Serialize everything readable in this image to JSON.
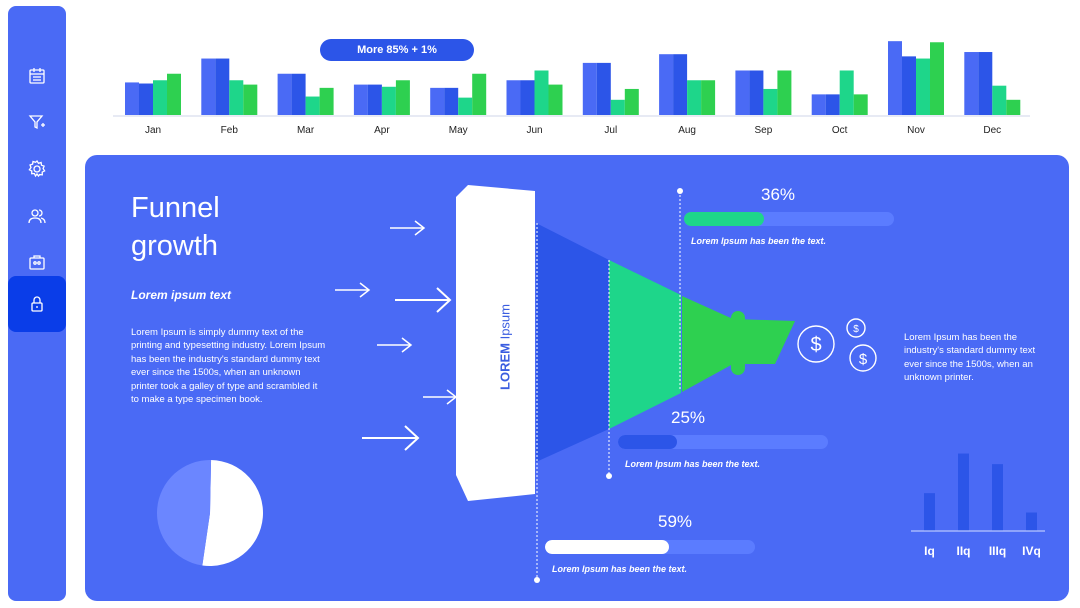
{
  "sidebar": {
    "items": [
      {
        "icon": "calendar-icon"
      },
      {
        "icon": "funnel-add-icon"
      },
      {
        "icon": "gear-icon"
      },
      {
        "icon": "users-icon"
      },
      {
        "icon": "briefcase-icon"
      },
      {
        "icon": "lock-icon",
        "active": true
      }
    ]
  },
  "badge": {
    "label": "More 85% + 1%"
  },
  "chart_data": [
    {
      "type": "bar",
      "categories": [
        "Jan",
        "Feb",
        "Mar",
        "Apr",
        "May",
        "Jun",
        "Jul",
        "Aug",
        "Sep",
        "Oct",
        "Nov",
        "Dec"
      ],
      "series": [
        {
          "values": [
            30,
            52,
            38,
            28,
            25,
            32,
            48,
            56,
            41,
            19,
            68,
            58
          ]
        },
        {
          "values": [
            29,
            52,
            38,
            28,
            25,
            32,
            48,
            56,
            41,
            19,
            54,
            58
          ]
        },
        {
          "values": [
            32,
            32,
            17,
            26,
            16,
            41,
            14,
            32,
            24,
            41,
            52,
            27
          ]
        },
        {
          "values": [
            38,
            28,
            25,
            32,
            38,
            28,
            24,
            32,
            41,
            19,
            67,
            14
          ]
        }
      ],
      "colors": [
        "#4a6af5",
        "#2c55e8",
        "#1ed68a",
        "#2ed050"
      ],
      "ylim": [
        0,
        70
      ],
      "grid": false
    },
    {
      "type": "bar",
      "categories": [
        "Iq",
        "IIq",
        "IIIq",
        "IVq"
      ],
      "values": [
        43,
        88,
        76,
        21
      ],
      "colors": [
        "#2c55e8"
      ],
      "ylim": [
        0,
        100
      ]
    },
    {
      "type": "pie",
      "values": [
        52,
        48
      ],
      "colors": [
        "#ffffff",
        "#6b86ff"
      ]
    }
  ],
  "funnel": {
    "title": "Funnel growth",
    "subtitle": "Lorem ipsum text",
    "body": "Lorem Ipsum is simply dummy text of the printing and typesetting industry. Lorem Ipsum has been the industry's standard dummy text ever since the 1500s, when an unknown printer took a galley of type and scrambled it to make a type specimen book.",
    "label_bold": "LOREM",
    "label_rest": " Ipsum",
    "right_text": "Lorem Ipsum has been the industry's standard dummy text ever since the 1500s, when an unknown printer.",
    "stats": [
      {
        "percent": "36%",
        "value": 36,
        "caption": "Lorem Ipsum has been the text.",
        "color": "#1ed68a"
      },
      {
        "percent": "25%",
        "value": 25,
        "caption": "Lorem Ipsum has been the text.",
        "color": "#2c55e8"
      },
      {
        "percent": "59%",
        "value": 59,
        "caption": "Lorem Ipsum has been the text.",
        "color": "#ffffff"
      }
    ],
    "currency_symbol": "$",
    "colors": {
      "panel": "#4a6af5",
      "dark_blue": "#2c55e8",
      "green": "#1ed68a",
      "bright_green": "#2ed050"
    }
  }
}
